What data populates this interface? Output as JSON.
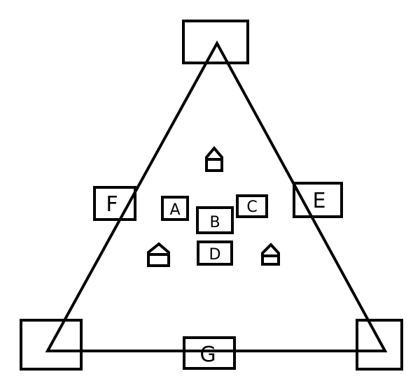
{
  "labels": {
    "A": "A",
    "B": "B",
    "C": "C",
    "D": "D",
    "E": "E",
    "F": "F",
    "G": "G"
  },
  "colors": {
    "stroke": "#000000",
    "background": "#ffffff"
  }
}
